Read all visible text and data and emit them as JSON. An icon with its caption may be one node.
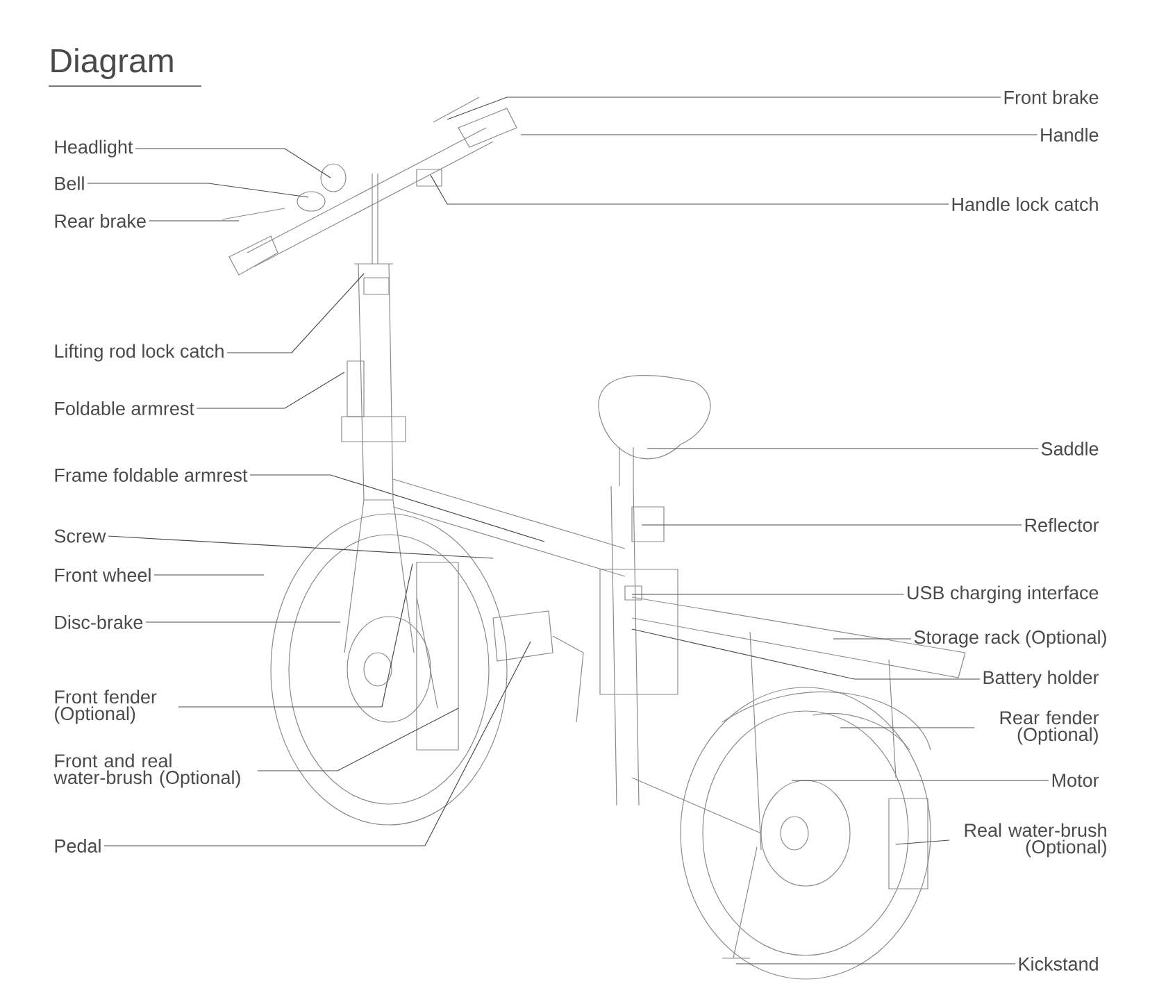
{
  "diagram": {
    "title": "Diagram",
    "nodes": [
      {
        "text": [
          "Headlight"
        ]
      },
      {
        "text": [
          "Bell"
        ]
      },
      {
        "text": [
          "Rear brake"
        ]
      },
      {
        "text": [
          "Lifting rod lock catch"
        ]
      },
      {
        "text": [
          "Foldable armrest"
        ]
      },
      {
        "text": [
          "Frame foldable armrest"
        ]
      },
      {
        "text": [
          "Screw"
        ]
      },
      {
        "text": [
          "Front wheel"
        ]
      },
      {
        "text": [
          "Disc-brake"
        ]
      },
      {
        "text": [
          "Front fender (Optional)"
        ]
      },
      {
        "text": [
          "Front and real water-brush (Optional)"
        ]
      },
      {
        "text": [
          "Pedal"
        ]
      },
      {
        "text": [
          "Front brake"
        ]
      },
      {
        "text": [
          "Handle"
        ]
      },
      {
        "text": [
          "Handle lock catch"
        ]
      },
      {
        "text": [
          "Saddle"
        ]
      },
      {
        "text": [
          "Reflector"
        ]
      },
      {
        "text": [
          "USB charging interface"
        ]
      },
      {
        "text": [
          "Storage rack (Optional)"
        ]
      },
      {
        "text": [
          "Battery holder"
        ]
      },
      {
        "text": [
          "Rear fender (Optional)"
        ]
      },
      {
        "text": [
          "Motor"
        ]
      },
      {
        "text": [
          "Real water-brush (Optional)"
        ]
      },
      {
        "text": [
          "Kickstand"
        ]
      }
    ],
    "edges": [
      {
        "from": 0,
        "to": null,
        "arrow": "none"
      },
      {
        "from": 1,
        "to": null,
        "arrow": "none"
      },
      {
        "from": 2,
        "to": null,
        "arrow": "none"
      },
      {
        "from": 3,
        "to": null,
        "arrow": "none"
      },
      {
        "from": 4,
        "to": null,
        "arrow": "none"
      },
      {
        "from": 5,
        "to": null,
        "arrow": "none"
      },
      {
        "from": 6,
        "to": null,
        "arrow": "none"
      },
      {
        "from": 7,
        "to": null,
        "arrow": "none"
      },
      {
        "from": 8,
        "to": null,
        "arrow": "none"
      },
      {
        "from": 9,
        "to": null,
        "arrow": "none"
      },
      {
        "from": 10,
        "to": null,
        "arrow": "none"
      },
      {
        "from": 11,
        "to": null,
        "arrow": "none"
      },
      {
        "from": 12,
        "to": null,
        "arrow": "none"
      },
      {
        "from": 13,
        "to": null,
        "arrow": "none"
      },
      {
        "from": 14,
        "to": null,
        "arrow": "none"
      },
      {
        "from": 15,
        "to": null,
        "arrow": "none"
      },
      {
        "from": 16,
        "to": null,
        "arrow": "none"
      },
      {
        "from": 17,
        "to": null,
        "arrow": "none"
      },
      {
        "from": 18,
        "to": null,
        "arrow": "none"
      },
      {
        "from": 19,
        "to": null,
        "arrow": "none"
      },
      {
        "from": 20,
        "to": null,
        "arrow": "none"
      },
      {
        "from": 21,
        "to": null,
        "arrow": "none"
      },
      {
        "from": 22,
        "to": null,
        "arrow": "none"
      },
      {
        "from": 23,
        "to": null,
        "arrow": "none"
      }
    ]
  }
}
